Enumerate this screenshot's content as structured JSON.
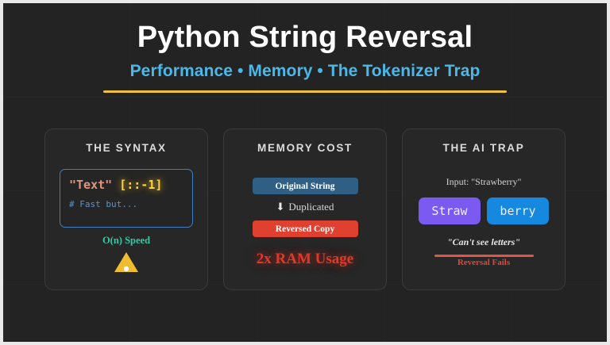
{
  "header": {
    "title": "Python String Reversal",
    "subtitle": "Performance • Memory • The Tokenizer Trap",
    "accent_rule_color": "#f0c13b",
    "subtitle_color": "#4ab8e8"
  },
  "cards": {
    "syntax": {
      "title": "THE SYNTAX",
      "code_string": "\"Text\"",
      "code_slice": "[::-1]",
      "code_comment": "# Fast but...",
      "speed_label": "O(n) Speed",
      "speed_color": "#36c9a8",
      "warning_icon": "warning-triangle-icon",
      "warning_color": "#f0bc30",
      "code_border_color": "#3d7fc4",
      "slice_color": "#ffd23f",
      "string_color": "#e0957f",
      "comment_color": "#5d92c9"
    },
    "memory": {
      "title": "MEMORY COST",
      "original_bar_label": "Original String",
      "original_bar_color": "#2f5f85",
      "duplicated_arrow_icon": "arrow-down-icon",
      "duplicated_label": "Duplicated",
      "reversed_bar_label": "Reversed Copy",
      "reversed_bar_color": "#e0402f",
      "ram_usage_label": "2x RAM Usage",
      "ram_usage_color": "#e0392a"
    },
    "ai_trap": {
      "title": "THE AI TRAP",
      "input_label": "Input: \"Strawberry\"",
      "token_first": "Straw",
      "token_first_color": "#7a5af0",
      "token_second": "berry",
      "token_second_color": "#1588e0",
      "quote": "\"Can't see letters\"",
      "fail_rule_color": "#e0544a",
      "fail_label": "Reversal Fails",
      "fail_label_color": "#e0473a"
    }
  }
}
